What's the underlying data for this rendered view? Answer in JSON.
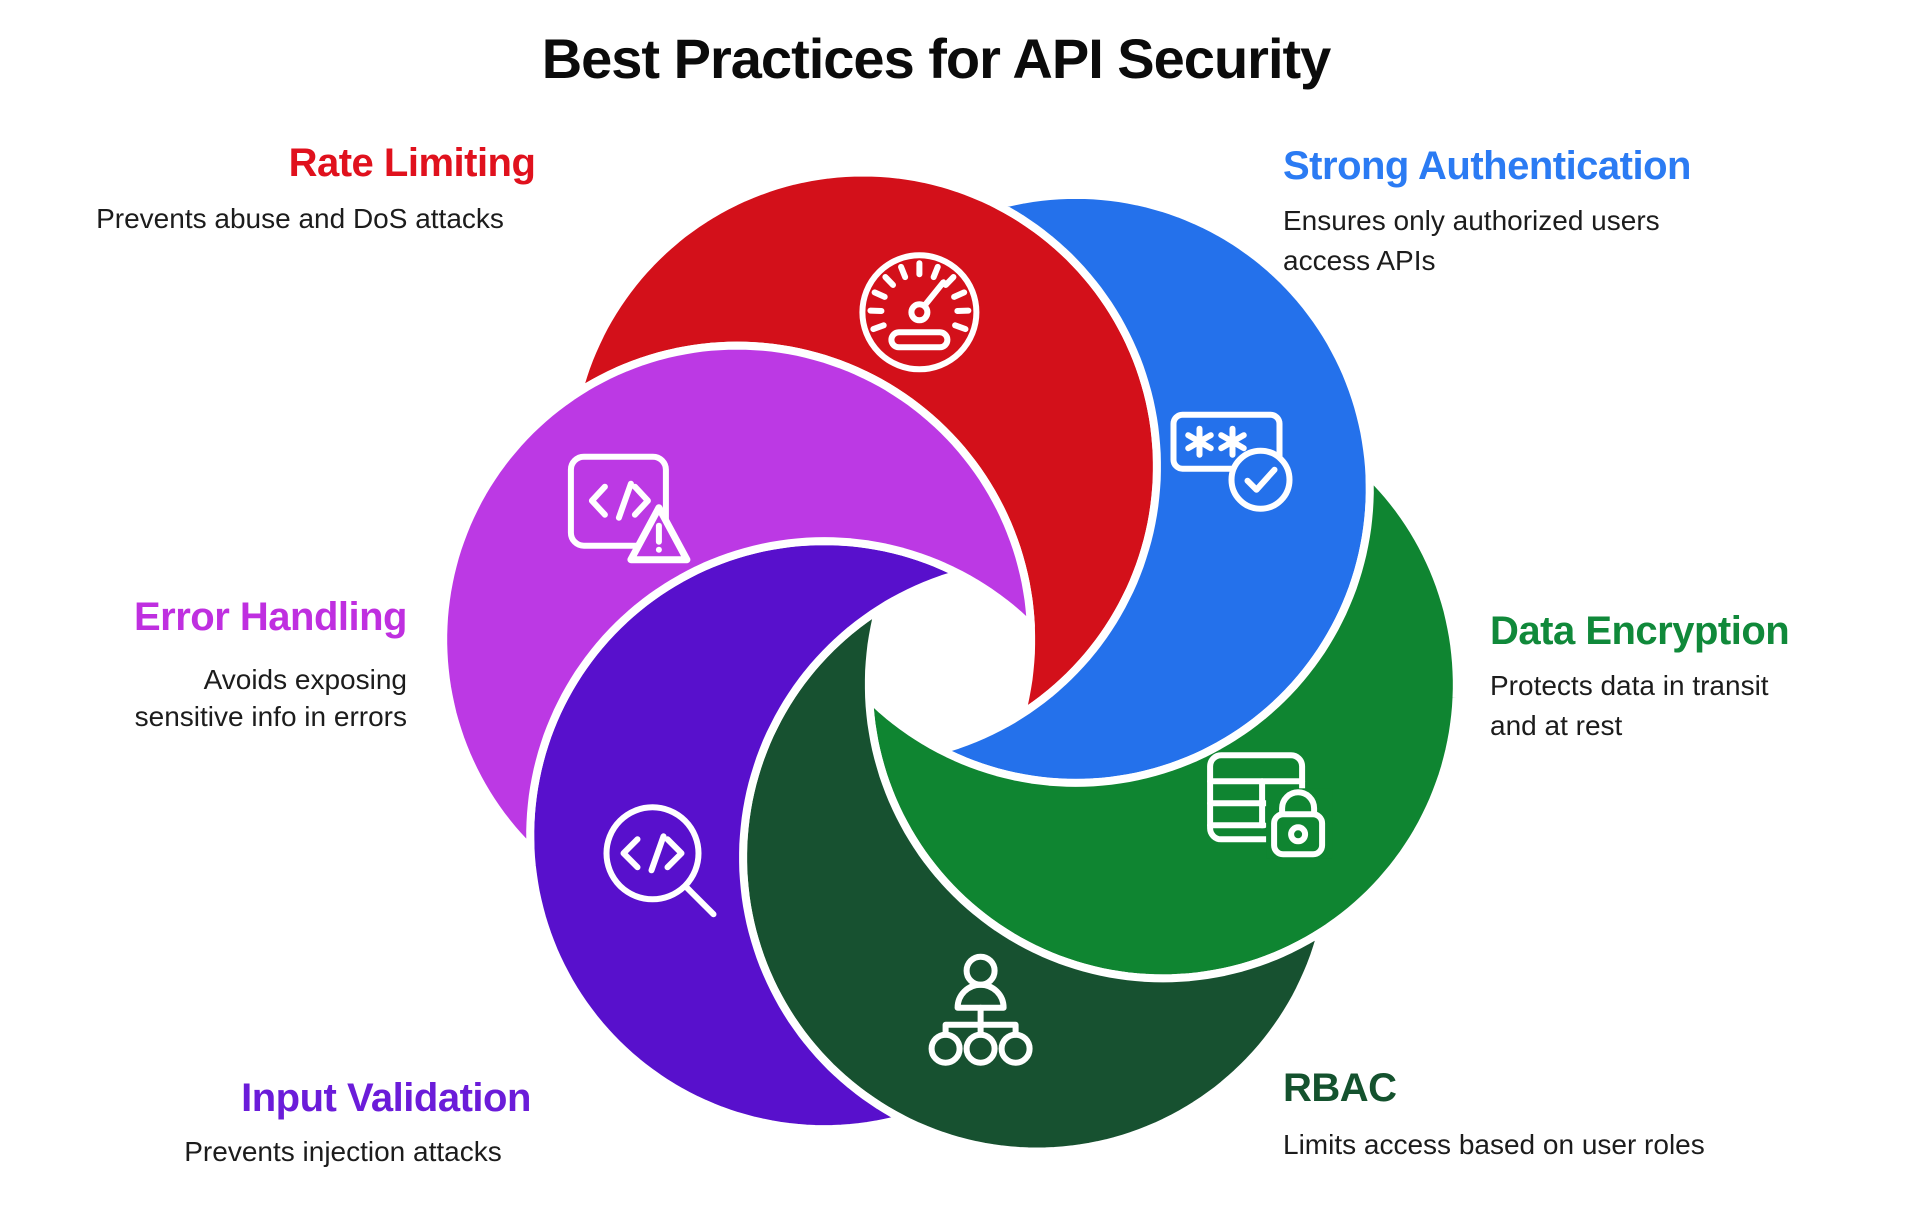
{
  "title": {
    "text": "Best Practices for API Security"
  },
  "practices": [
    {
      "id": "rate-limiting",
      "label": "Rate Limiting",
      "blade_color": "#d3101a",
      "label_color": "#e0111d",
      "desc_lines": [
        "Prevents abuse and DoS attacks"
      ],
      "icon": "speedometer-icon"
    },
    {
      "id": "strong-authentication",
      "label": "Strong Authentication",
      "blade_color": "#2471eb",
      "label_color": "#2b7bf3",
      "desc_lines": [
        "Ensures only authorized users",
        "access APIs"
      ],
      "icon": "password-check-icon"
    },
    {
      "id": "data-encryption",
      "label": "Data Encryption",
      "blade_color": "#0f8531",
      "label_color": "#10893a",
      "desc_lines": [
        "Protects data in transit",
        "and at rest"
      ],
      "icon": "database-lock-icon"
    },
    {
      "id": "rbac",
      "label": "RBAC",
      "blade_color": "#175130",
      "label_color": "#14522e",
      "desc_lines": [
        "Limits access based on user roles"
      ],
      "icon": "role-hierarchy-icon"
    },
    {
      "id": "input-validation",
      "label": "Input Validation",
      "blade_color": "#5810cc",
      "label_color": "#6b1cd9",
      "desc_lines": [
        "Prevents injection attacks"
      ],
      "icon": "code-search-icon"
    },
    {
      "id": "error-handling",
      "label": "Error Handling",
      "blade_color": "#bc39e4",
      "label_color": "#bf2fe0",
      "desc_lines": [
        "Avoids exposing",
        "sensitive info in errors"
      ],
      "icon": "code-warning-icon"
    }
  ]
}
